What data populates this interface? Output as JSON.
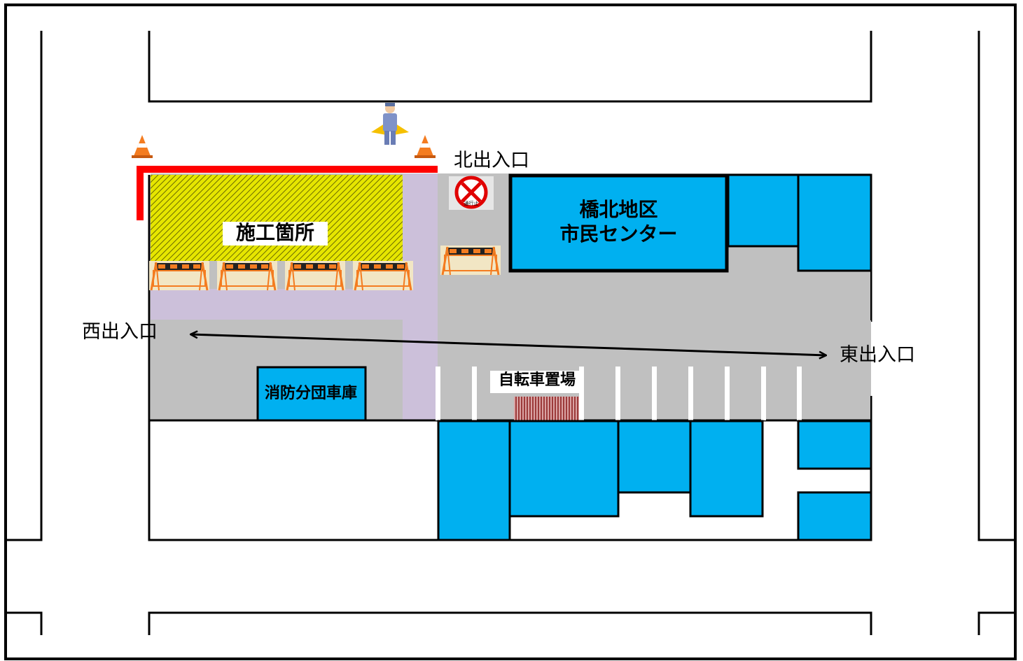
{
  "labels": {
    "construction_site": "施工箇所",
    "center_line1": "橋北地区",
    "center_line2": "市民センター",
    "fire_garage": "消防分団車庫",
    "bicycle_parking": "自転車置場",
    "north_entrance": "北出入口",
    "west_entrance": "西出入口",
    "east_entrance": "東出入口"
  },
  "colors": {
    "building": "#00b0f0",
    "lot_pavement": "#c0c0c0",
    "walkway": "#ccc0da",
    "construction_zone": "#e0e000",
    "barrier_line": "#ff0000",
    "barricade": "#f47c20"
  },
  "icons": [
    "traffic-cone-icon",
    "flagman-icon",
    "no-entry-sign-icon",
    "barricade-icon",
    "double-arrow-icon"
  ],
  "sign_text": "通行止"
}
